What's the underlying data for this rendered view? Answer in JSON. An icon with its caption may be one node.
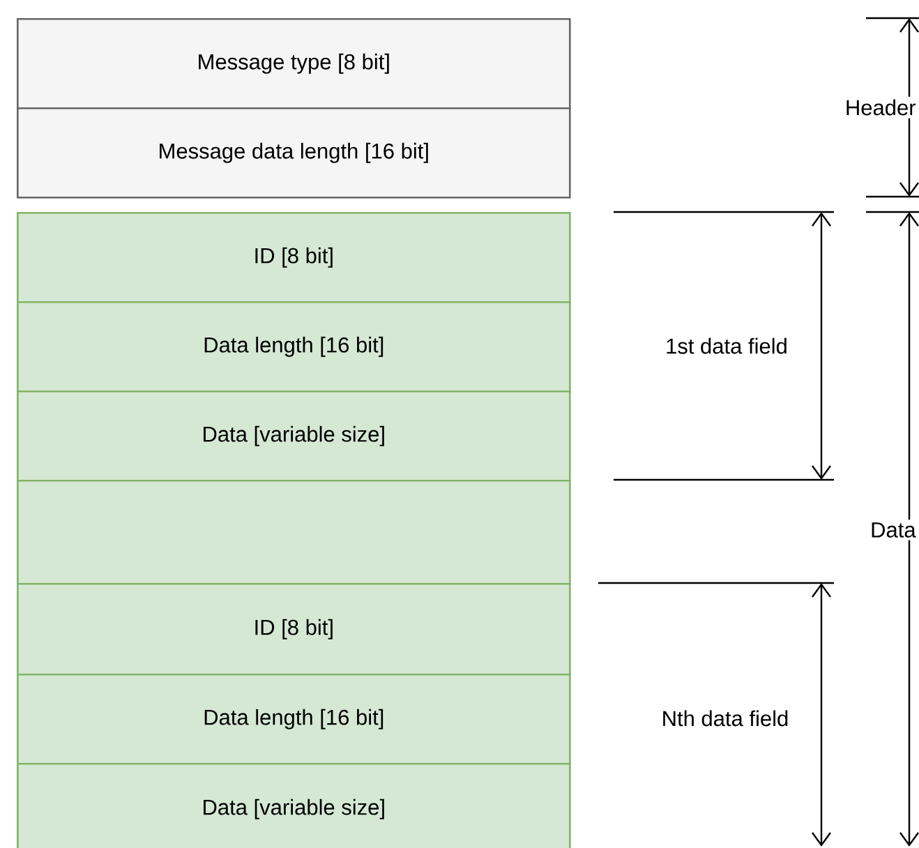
{
  "diagram": {
    "nodes": [
      {
        "text": [
          "Message type [8 bit]"
        ]
      },
      {
        "text": [
          "Message data length [16 bit]"
        ]
      },
      {
        "text": [
          "ID [8 bit]"
        ]
      },
      {
        "text": [
          "Data length [16 bit]"
        ]
      },
      {
        "text": [
          "Data [variable size]"
        ]
      },
      {
        "text": [],
        "shape": "box"
      },
      {
        "text": [
          "ID [8 bit]"
        ]
      },
      {
        "text": [
          "Data length [16 bit]"
        ]
      },
      {
        "text": [
          "Data [variable size]"
        ]
      }
    ],
    "labels": [
      "Header",
      "1st data field",
      "Data",
      "Nth data field"
    ]
  }
}
